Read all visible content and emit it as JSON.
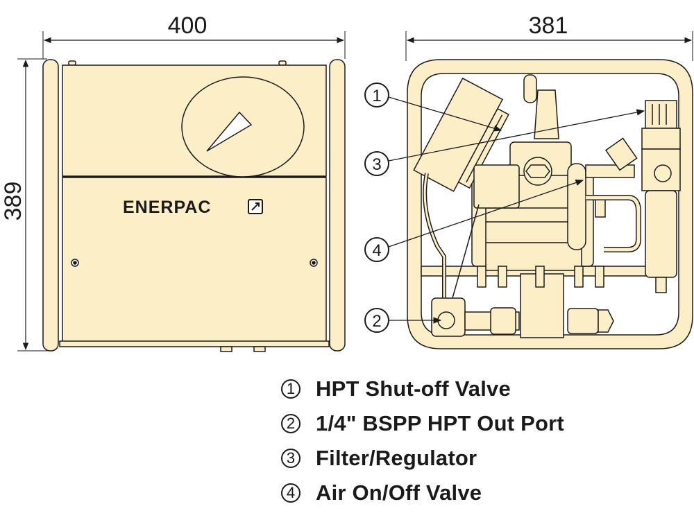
{
  "dimensions": {
    "front_width": "400",
    "side_width": "381",
    "height": "389"
  },
  "brand": {
    "logo_text": "ENERPAC"
  },
  "callouts": [
    "1",
    "3",
    "4",
    "2"
  ],
  "legend": [
    {
      "num": "1",
      "label": "HPT Shut-off Valve"
    },
    {
      "num": "2",
      "label": "1/4\" BSPP HPT Out Port"
    },
    {
      "num": "3",
      "label": "Filter/Regulator"
    },
    {
      "num": "4",
      "label": "Air On/Off Valve"
    }
  ],
  "colors": {
    "body_fill": "#fcefc8",
    "line": "#1a1a1a",
    "background": "#ffffff"
  }
}
